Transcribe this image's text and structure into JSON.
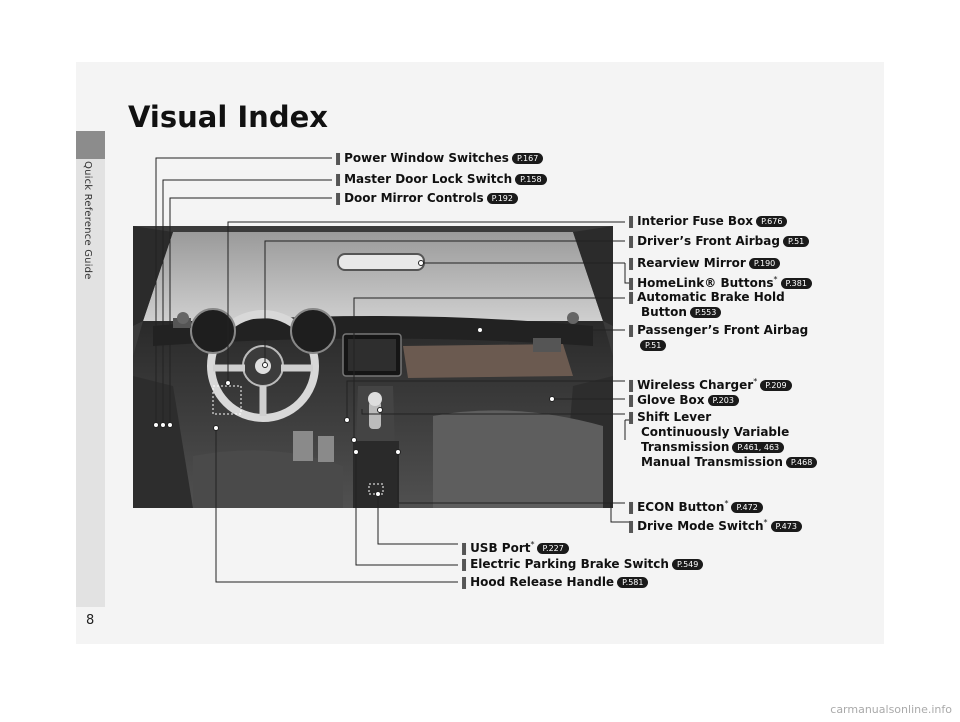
{
  "sidebar": {
    "section_label": "Quick Reference Guide"
  },
  "page": {
    "title": "Visual Index",
    "number": "8"
  },
  "callouts": [
    {
      "id": "power-window",
      "label": "Power Window Switches",
      "ref": "P.167"
    },
    {
      "id": "master-door-lock",
      "label": "Master Door Lock Switch",
      "ref": "P.158"
    },
    {
      "id": "door-mirror",
      "label": "Door Mirror Controls",
      "ref": "P.192"
    },
    {
      "id": "interior-fuse",
      "label": "Interior Fuse Box",
      "ref": "P.676"
    },
    {
      "id": "drivers-airbag",
      "label": "Driver’s Front Airbag",
      "ref": "P.51"
    },
    {
      "id": "rearview-mirror",
      "label": "Rearview Mirror",
      "ref": "P.190"
    },
    {
      "id": "homelink",
      "label": "HomeLink® Buttons",
      "asterisk": true,
      "ref": "P.381"
    },
    {
      "id": "brake-hold",
      "label": "Automatic Brake Hold",
      "label2": "Button",
      "ref": "P.553"
    },
    {
      "id": "passenger-airbag",
      "label": "Passenger’s Front Airbag",
      "ref": "P.51"
    },
    {
      "id": "wireless-charger",
      "label": "Wireless Charger",
      "asterisk": true,
      "ref": "P.209"
    },
    {
      "id": "glove-box",
      "label": "Glove Box",
      "ref": "P.203"
    },
    {
      "id": "shift-lever",
      "label": "Shift Lever",
      "label2": "Continuously Variable",
      "label3": "Transmission",
      "ref": "P.461, 463",
      "label4": "Manual Transmission",
      "ref2": "P.468"
    },
    {
      "id": "econ-button",
      "label": "ECON Button",
      "asterisk": true,
      "ref": "P.472"
    },
    {
      "id": "drive-mode",
      "label": "Drive Mode Switch",
      "asterisk": true,
      "ref": "P.473"
    },
    {
      "id": "usb-port",
      "label": "USB Port",
      "asterisk": true,
      "ref": "P.227"
    },
    {
      "id": "parking-brake",
      "label": "Electric Parking Brake Switch",
      "ref": "P.549"
    },
    {
      "id": "hood-release",
      "label": "Hood Release Handle",
      "ref": "P.581"
    }
  ],
  "footer": {
    "watermark": "carmanualsonline.info"
  }
}
